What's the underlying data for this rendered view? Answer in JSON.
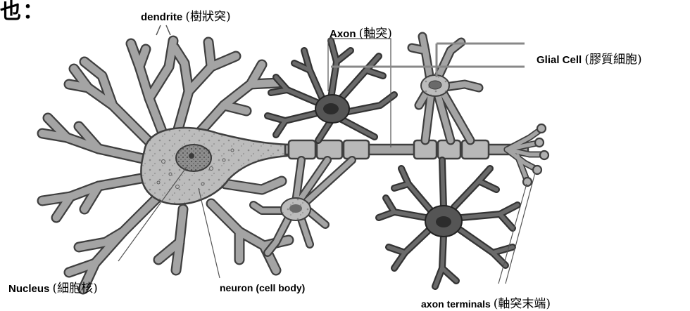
{
  "heading_fragment": "也：",
  "labels": {
    "dendrite": {
      "en": "dendrite",
      "zh": "(樹狀突)"
    },
    "axon": {
      "en": "Axon",
      "zh": "(軸突)"
    },
    "glial_cell": {
      "en": "Glial Cell",
      "zh": "(膠質細胞)"
    },
    "nucleus": {
      "en": "Nucleus",
      "zh": "(細胞核)"
    },
    "neuron_cell_body": {
      "en": "neuron (cell body)"
    },
    "axon_terminals": {
      "en": "axon terminals",
      "zh": "(軸突末端)"
    }
  }
}
